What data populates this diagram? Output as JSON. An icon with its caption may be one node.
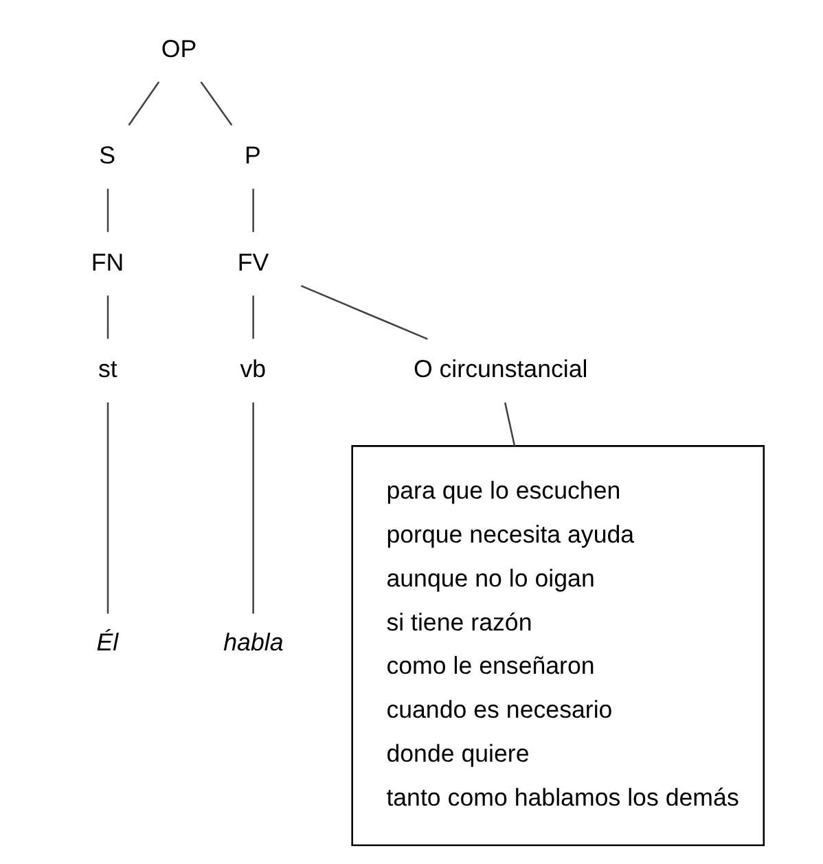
{
  "diagram": {
    "nodes": [
      {
        "text": [
          "OP"
        ]
      },
      {
        "text": [
          "S"
        ]
      },
      {
        "text": [
          "P"
        ]
      },
      {
        "text": [
          "FN"
        ]
      },
      {
        "text": [
          "FV"
        ]
      },
      {
        "text": [
          "st"
        ]
      },
      {
        "text": [
          "vb"
        ]
      },
      {
        "text": [
          "O circunstancial"
        ]
      },
      {
        "text": [
          "Él"
        ]
      },
      {
        "text": [
          "habla"
        ]
      },
      {
        "text": [
          "para que lo escuchen",
          "porque necesita ayuda",
          "aunque no lo oigan",
          "si tiene razón",
          "como le enseñaron",
          "cuando es necesario",
          "donde quiere",
          "tanto como hablamos los demás"
        ]
      }
    ],
    "edges": [
      {
        "from": 0,
        "to": 1,
        "arrow": "none"
      },
      {
        "from": 0,
        "to": 2,
        "arrow": "none"
      },
      {
        "from": 1,
        "to": 3,
        "arrow": "none"
      },
      {
        "from": 2,
        "to": 4,
        "arrow": "none"
      },
      {
        "from": 3,
        "to": 5,
        "arrow": "none"
      },
      {
        "from": 4,
        "to": 6,
        "arrow": "none"
      },
      {
        "from": 4,
        "to": 7,
        "arrow": "none"
      },
      {
        "from": 5,
        "to": 8,
        "arrow": "none"
      },
      {
        "from": 6,
        "to": 9,
        "arrow": "none"
      },
      {
        "from": 7,
        "to": 10,
        "arrow": "none"
      }
    ]
  }
}
